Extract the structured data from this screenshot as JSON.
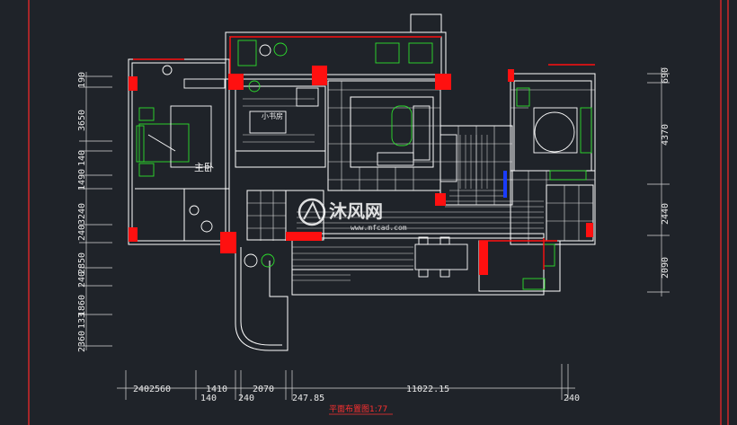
{
  "drawing": {
    "title": "平面布置图1:77",
    "rooms": {
      "master_bedroom": "主卧",
      "small_study": "小书房"
    },
    "watermark": {
      "brand_text": "沐风网",
      "url_text": "www.mfcad.com"
    },
    "dimensions": {
      "bottom": [
        "240",
        "2560",
        "1410",
        "140",
        "240",
        "2070",
        "247.85",
        "11022.15",
        "240"
      ],
      "left": [
        "190",
        "3650",
        "140",
        "1490",
        "3240",
        "240",
        "2850",
        "240",
        "1860",
        "133",
        "2360"
      ],
      "right": [
        "690",
        "4370",
        "2440",
        "2090"
      ]
    }
  },
  "colors": {
    "background": "#1f2329",
    "walls": "#ffffff",
    "columns": "#ff1010",
    "furniture": "#2de02d",
    "accent_blue": "#1a3cff"
  }
}
